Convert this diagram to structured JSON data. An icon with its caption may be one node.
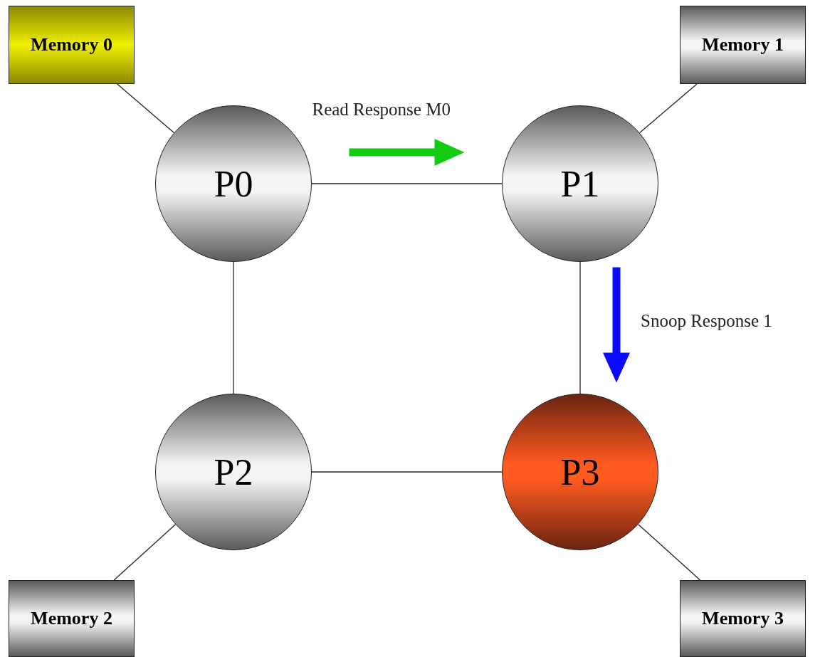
{
  "diagram": {
    "nodes": [
      {
        "text": [
          "Memory 0"
        ]
      },
      {
        "text": [
          "Memory 1"
        ]
      },
      {
        "text": [
          "P0"
        ]
      },
      {
        "text": [
          "P1"
        ]
      },
      {
        "text": [
          "P2"
        ]
      },
      {
        "text": [
          "P3"
        ]
      },
      {
        "text": [
          "Memory 2"
        ]
      },
      {
        "text": [
          "Memory 3"
        ]
      }
    ],
    "edges": [
      {
        "from": 0,
        "to": 2,
        "arrow": "none"
      },
      {
        "from": 1,
        "to": 3,
        "arrow": "none"
      },
      {
        "from": 2,
        "to": 3,
        "arrow": "none"
      },
      {
        "from": 2,
        "to": 4,
        "arrow": "none"
      },
      {
        "from": 3,
        "to": 5,
        "arrow": "none"
      },
      {
        "from": 4,
        "to": 5,
        "arrow": "none"
      },
      {
        "from": 6,
        "to": 4,
        "arrow": "none"
      },
      {
        "from": 7,
        "to": 5,
        "arrow": "none"
      },
      {
        "from": 2,
        "to": 3,
        "arrow": "to",
        "label": "Read Response M0",
        "style": "thick",
        "color": "#11cc11"
      },
      {
        "from": 3,
        "to": 5,
        "arrow": "to",
        "label": "Snoop Response 1",
        "style": "thick",
        "color": "#0a0aff"
      }
    ]
  }
}
